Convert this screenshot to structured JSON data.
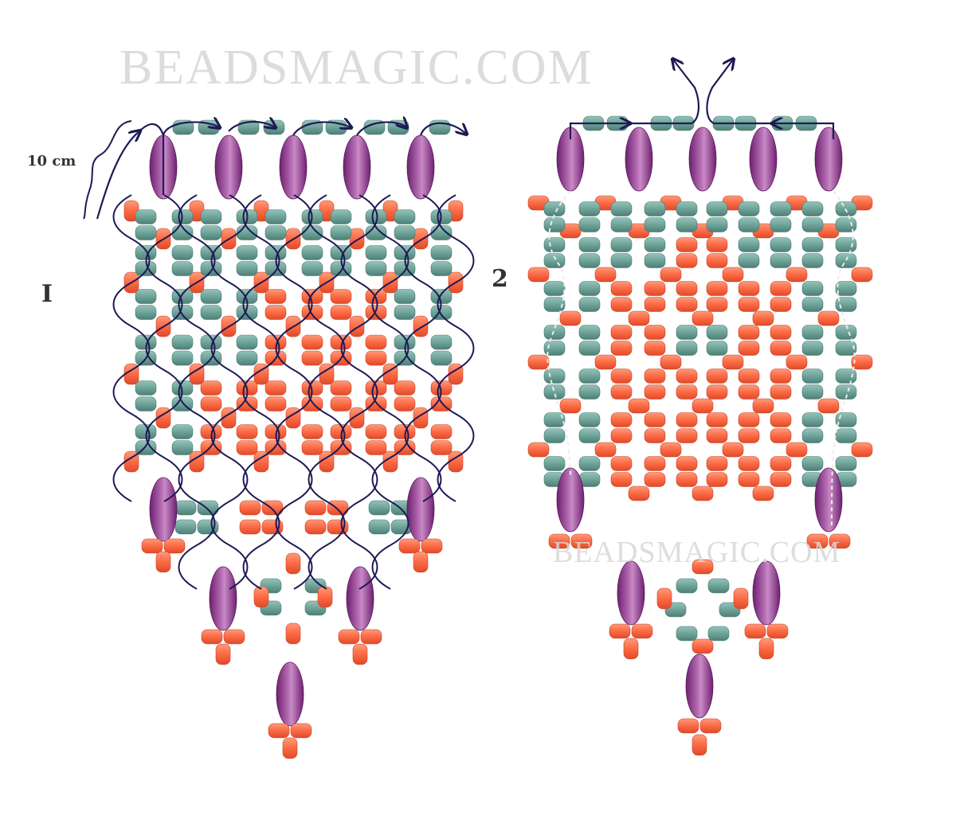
{
  "watermark_top": "BEADSMAGIC.COM",
  "watermark_mid": "BEADSMAGIC.COM",
  "diagram1": {
    "label": "I",
    "length_label": "10 cm"
  },
  "diagram2": {
    "label": "2"
  },
  "colors": {
    "teal_bead": "#6fa399",
    "coral_bead": "#fb6a45",
    "purple_bead": "#8a2f8e",
    "thread": "#1e1a55",
    "dashed_thread": "#e8e8e8"
  }
}
